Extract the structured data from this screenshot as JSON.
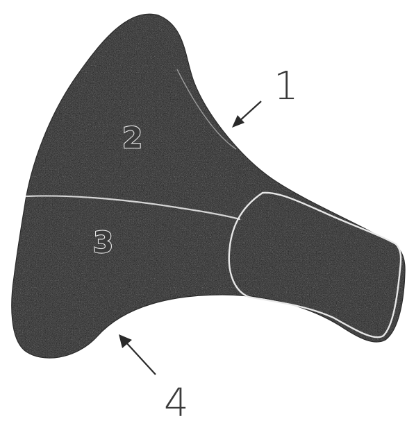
{
  "figure": {
    "colors": {
      "background": "#ffffff",
      "tissue_dark": "#3f3f3f",
      "boundary_light": "#e6e6e6",
      "label_ink": "#3a3a3a"
    },
    "callouts": [
      {
        "id": "1",
        "label": "1"
      },
      {
        "id": "4",
        "label": "4"
      }
    ],
    "regions": [
      {
        "id": "2",
        "label": "2"
      },
      {
        "id": "3",
        "label": "3"
      }
    ]
  }
}
